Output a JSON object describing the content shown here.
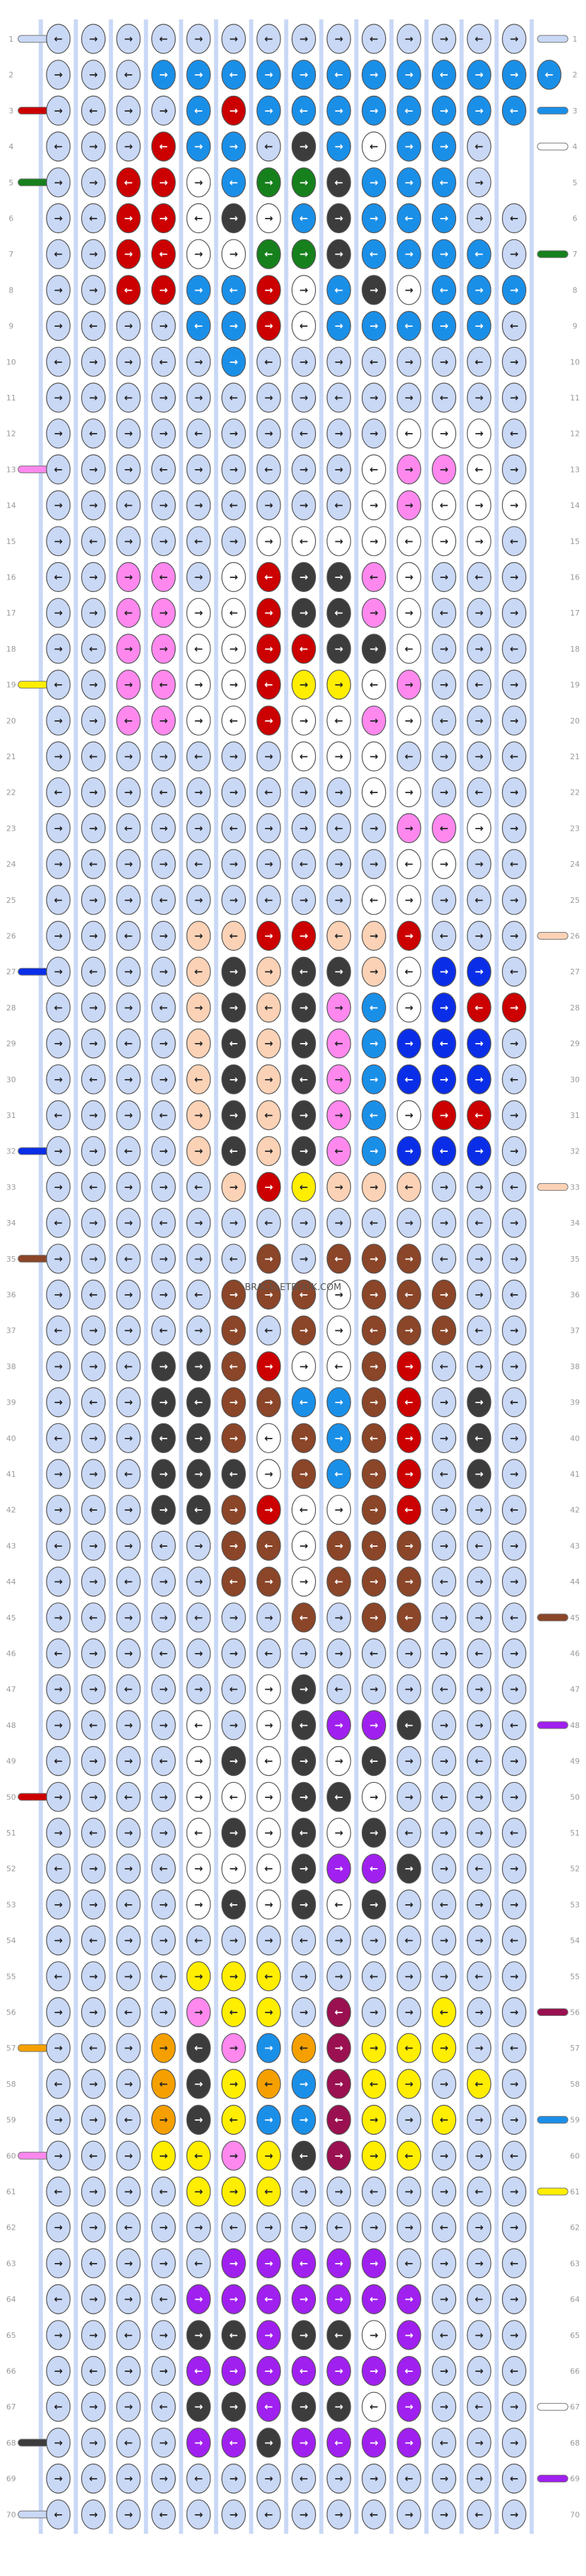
{
  "pattern": {
    "watermark": "BRACELETBOOK.COM",
    "rows": 70,
    "strings": 14,
    "row_labels": [
      "1",
      "2",
      "3",
      "4",
      "5",
      "6",
      "7",
      "8",
      "9",
      "10",
      "11",
      "12",
      "13",
      "14",
      "15",
      "16",
      "17",
      "18",
      "19",
      "20",
      "21",
      "22",
      "23",
      "24",
      "25",
      "26",
      "27",
      "28",
      "29",
      "30",
      "31",
      "32",
      "33",
      "34",
      "35",
      "36",
      "37",
      "38",
      "39",
      "40",
      "41",
      "42",
      "43",
      "44",
      "45",
      "46",
      "47",
      "48",
      "49",
      "50",
      "51",
      "52",
      "53",
      "54",
      "55",
      "56",
      "57",
      "58",
      "59",
      "60",
      "61",
      "62",
      "63",
      "64",
      "65",
      "66",
      "67",
      "68",
      "69",
      "70"
    ],
    "colors": {
      "A": "#c9d8f5",
      "B": "#cc0000",
      "C": "#1a8fe8",
      "D": "#16801c",
      "E": "#ffffff",
      "F": "#3c3c3c",
      "G": "#ff88ee",
      "H": "#ffee00",
      "I": "#fcd2b6",
      "J": "#0a2ee8",
      "K": "#8b4528",
      "L": "#a020f0",
      "M": "#f5a000",
      "N": "#9a1050"
    },
    "left_strings": [
      {
        "row": 1,
        "color": "#c9d8f5"
      },
      {
        "row": 3,
        "color": "#cc0000"
      },
      {
        "row": 5,
        "color": "#16801c"
      },
      {
        "row": 13,
        "color": "#ff88ee"
      },
      {
        "row": 19,
        "color": "#ffee00"
      },
      {
        "row": 27,
        "color": "#0a2ee8"
      },
      {
        "row": 32,
        "color": "#0a2ee8"
      },
      {
        "row": 35,
        "color": "#8b4528"
      },
      {
        "row": 50,
        "color": "#cc0000"
      },
      {
        "row": 57,
        "color": "#f5a000"
      },
      {
        "row": 60,
        "color": "#ff88ee"
      },
      {
        "row": 68,
        "color": "#3c3c3c"
      },
      {
        "row": 70,
        "color": "#c9d8f5"
      }
    ],
    "right_strings": [
      {
        "row": 1,
        "color": "#c9d8f5"
      },
      {
        "row": 3,
        "color": "#1a8fe8"
      },
      {
        "row": 4,
        "color": "#ffffff"
      },
      {
        "row": 7,
        "color": "#16801c"
      },
      {
        "row": 26,
        "color": "#fcd2b6"
      },
      {
        "row": 33,
        "color": "#fcd2b6"
      },
      {
        "row": 45,
        "color": "#8b4528"
      },
      {
        "row": 48,
        "color": "#a020f0"
      },
      {
        "row": 56,
        "color": "#9a1050"
      },
      {
        "row": 59,
        "color": "#1a8fe8"
      },
      {
        "row": 61,
        "color": "#ffee00"
      },
      {
        "row": 67,
        "color": "#ffffff"
      },
      {
        "row": 69,
        "color": "#a020f0"
      }
    ],
    "knot_rows": [
      "AAAAAAAAAAAAAA",
      "AAACCCCCCCCCCCC",
      "AAAACBCCCCCCCC",
      "AAABCCAFCECCA",
      "AABBECDDFCCCA",
      "AABBEFECFCCCAA",
      "AABBEEDDFCCCCA",
      "AABBCCBECFECCC",
      "AAAACCBECCCCCA",
      "AAAAACAAAAAAAA",
      "AAAAAAAAAAAAAA",
      "AAAAAAAAAAEEEA",
      "AAAAAAAAAEGGEA",
      "AAAAAAAAAEGEEE",
      "AAAAAAEEEEEEEA",
      "AAGGAEBFFGEAAA",
      "AAGGEEBFFGEAAA",
      "AAGGEEBBFFEAAA",
      "AAGGEEBHHEGAAA",
      "AAGGEEBEEGEAAA",
      "AAAAAAAEEEAAAA",
      "AAAAAAAAAEEAAA",
      "AAAAAAAAAAGGEA",
      "AAAAAAAAAAEEAA",
      "AAAAAAAAAEEAAA",
      "AAAAIIBBIIBAAA",
      "AAAAIFIFFIEJJA",
      "AAAAIFIFGCEJBB",
      "AAAAIFIFGCJJJA",
      "AAAAIFIFGCJJJA",
      "AAAAIFIFGCEBBA",
      "AAAAIFIFGCJJJA",
      "AAAAAIBHIIIAAA",
      "AAAAAAAAAAAAAA",
      "AAAAAAKAKKKAAA",
      "AAAAAKKKEKKKAA",
      "AAAAAKAKEKKKAA",
      "AAAFFKBEEKBAAA",
      "AAAFFKKCCKBAFA",
      "AAAFFKEKCKBAFA",
      "AAAFFFEKCKBAFA",
      "AAAFFKBEEKBAAA",
      "AAAAAKKEKKKAAA",
      "AAAAAKKEKKKAAA",
      "AAAAAAAKAKKAAA",
      "AAAAAAAAAAAAAA",
      "AAAAAAEFAAAAAA",
      "AAAAEAEFLLFAAA",
      "AAAAEFEFEFAAAA",
      "AAAAEEEFFEAAAA",
      "AAAAEFEFEFAAAA",
      "AAAAEEEFLLFAAA",
      "AAAAEFEFEFAAAA",
      "AAAAAAAAAAAAAA",
      "AAAAHHHAAAAAAA",
      "AAAAGHHANAAHAA",
      "AAAMFGCMNHHHAA",
      "AAAMFHMCNHHAHA",
      "AAAMFHCCNHAHAA",
      "AAAHHGHFNHHAAA",
      "AAAAHHHAAAAAAA",
      "AAAAAAAAAAAAAA",
      "AAAAALLLLLAAAA",
      "AAAALLLLLLLAAA",
      "AAAAFFLFFELAAA",
      "AAAALLLLLLLAAA",
      "AAAAFFLFFELAAA",
      "AAAALLFLLLLAAA",
      "AAAAAAAAAAAAAA",
      "AAAAAAAAAAAAAA"
    ]
  }
}
